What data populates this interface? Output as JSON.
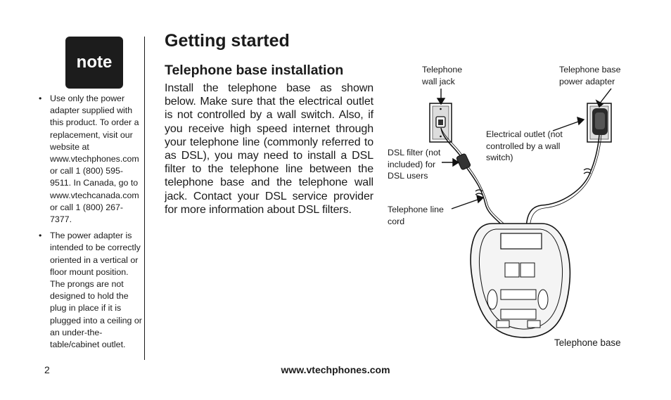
{
  "note_badge": "note",
  "title": "Getting started",
  "subtitle": "Telephone base installation",
  "body_text": "Install the telephone base as shown below. Make sure that the electrical outlet is not controlled by a wall switch. Also, if you receive high speed internet through your telephone line (commonly referred to as DSL), you may need to install a DSL filter to the telephone line between the telephone base and the telephone wall jack. Contact your DSL service provider for more information about DSL filters.",
  "notes": [
    "Use only the power adapter supplied with this product. To order a replacement, visit our website at www.vtechphones.com or call 1 (800) 595-9511. In Canada, go to www.vtechcanada.com or call 1 (800) 267-7377.",
    "The power adapter is intended to be correctly oriented in a vertical or floor mount position. The prongs are not designed to hold the plug in place if it is plugged into a ceiling or an under-the-table/cabinet outlet."
  ],
  "diagram_labels": {
    "wall_jack": "Telephone wall jack",
    "power_adapter": "Telephone base power adapter",
    "electrical_outlet": "Electrical outlet (not controlled by a wall switch)",
    "dsl_filter": "DSL filter (not included) for DSL users",
    "line_cord": "Telephone line cord",
    "telephone_base": "Telephone base"
  },
  "footer": {
    "page_number": "2",
    "url": "www.vtechphones.com"
  }
}
